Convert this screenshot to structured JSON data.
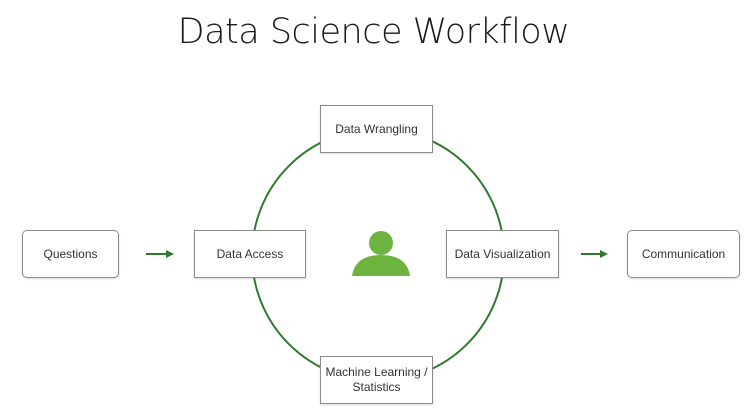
{
  "title": "Data Science Workflow",
  "colors": {
    "cycle": "#2f7a2f",
    "arrow": "#2f7a2f",
    "person": "#6cb43f",
    "box_border": "#8c8c8c"
  },
  "nodes": {
    "questions": "Questions",
    "data_access": "Data Access",
    "data_wrangling": "Data Wrangling",
    "data_visualization": "Data Visualization",
    "machine_learning": "Machine Learning / Statistics",
    "communication": "Communication"
  },
  "icons": {
    "center": "person-icon",
    "flow": "arrow-right-icon"
  }
}
